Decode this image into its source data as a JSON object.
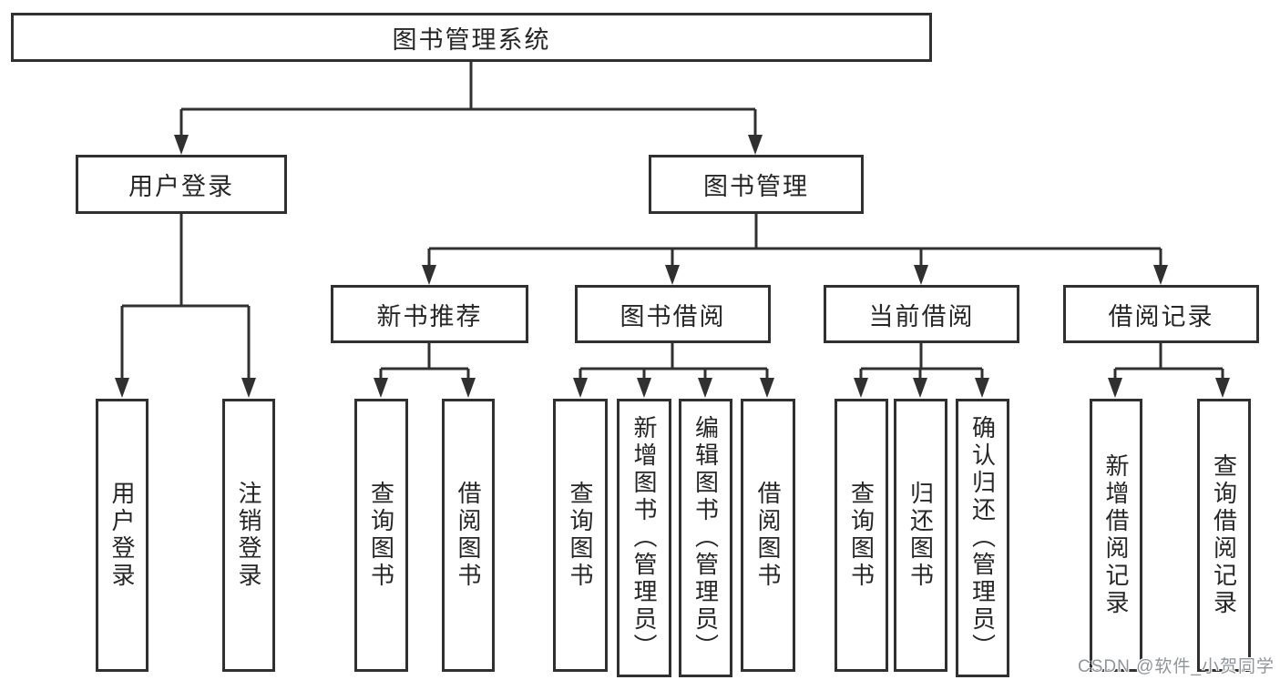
{
  "nodes": {
    "root": "图书管理系统",
    "user_login": "用户登录",
    "book_mgmt": "图书管理",
    "recommend": "新书推荐",
    "borrow": "图书借阅",
    "current": "当前借阅",
    "records": "借阅记录"
  },
  "leaves": {
    "login": [
      "用户登录",
      "注销登录"
    ],
    "recommend": [
      "查询图书",
      "借阅图书"
    ],
    "borrow": [
      "查询图书",
      "新增图书（管理员）",
      "编辑图书（管理员）",
      "借阅图书"
    ],
    "current": [
      "查询图书",
      "归还图书",
      "确认归还（管理员）"
    ],
    "records": [
      "新增借阅记录",
      "查询借阅记录"
    ]
  },
  "watermark": {
    "text": "CSDN @软件_小贺同学"
  },
  "colors": {
    "line": "#303030",
    "text": "#262626",
    "background": "#ffffff",
    "watermark": "#8f959b"
  }
}
